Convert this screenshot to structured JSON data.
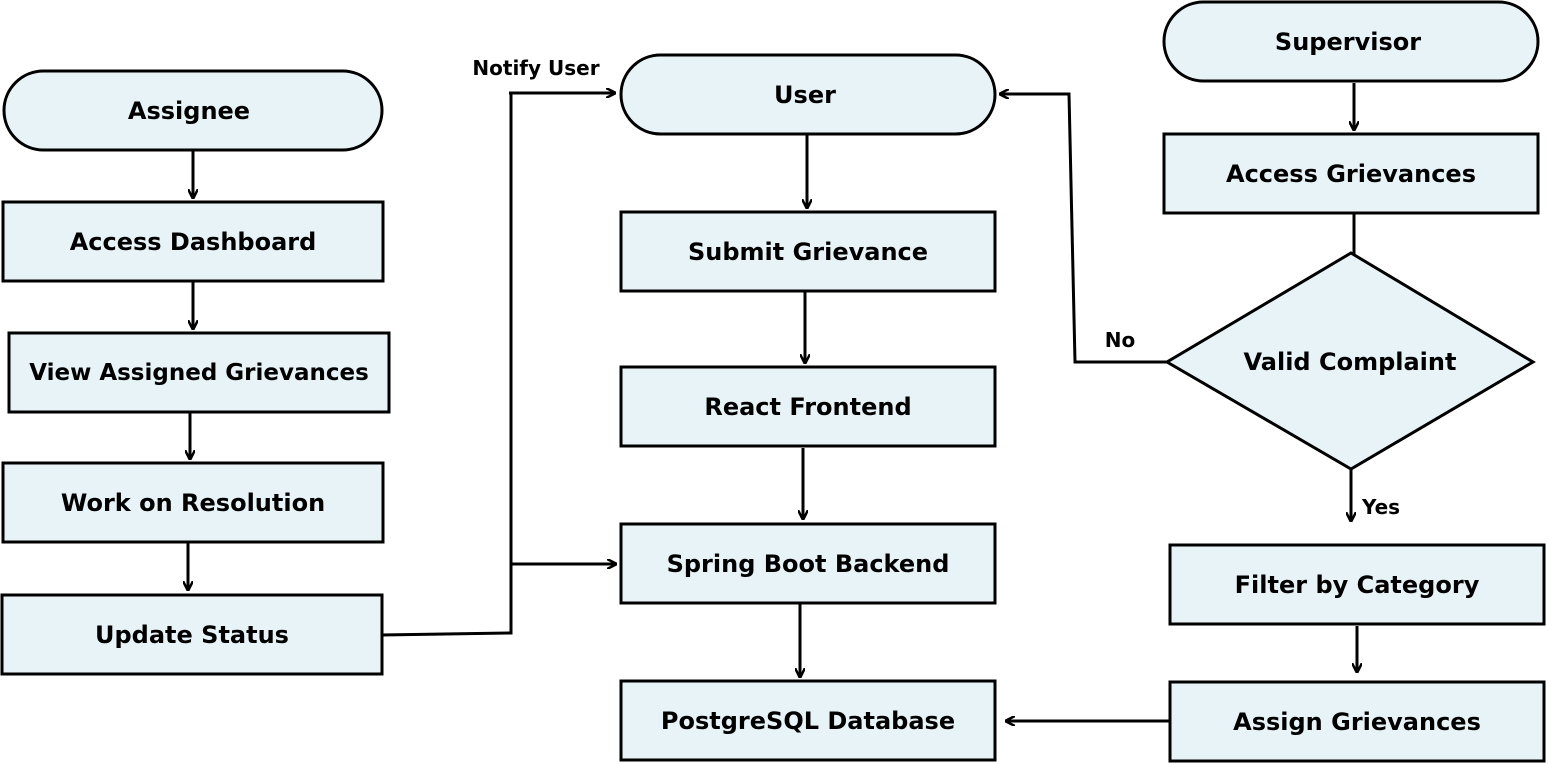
{
  "colors": {
    "node_fill": "#e8f3f8",
    "stroke": "#000000",
    "text": "#000000"
  },
  "nodes": {
    "assignee": "Assignee",
    "access_dashboard": "Access Dashboard",
    "view_assigned_grievances": "View Assigned Grievances",
    "work_on_resolution": "Work on Resolution",
    "update_status": "Update Status",
    "user": "User",
    "submit_grievance": "Submit Grievance",
    "react_frontend": "React Frontend",
    "spring_boot_backend": "Spring Boot Backend",
    "postgresql_database": "PostgreSQL Database",
    "supervisor": "Supervisor",
    "access_grievances": "Access Grievances",
    "valid_complaint": "Valid Complaint",
    "filter_by_category": "Filter by Category",
    "assign_grievances": "Assign Grievances"
  },
  "edge_labels": {
    "notify_user": "Notify User",
    "no": "No",
    "yes": "Yes"
  }
}
